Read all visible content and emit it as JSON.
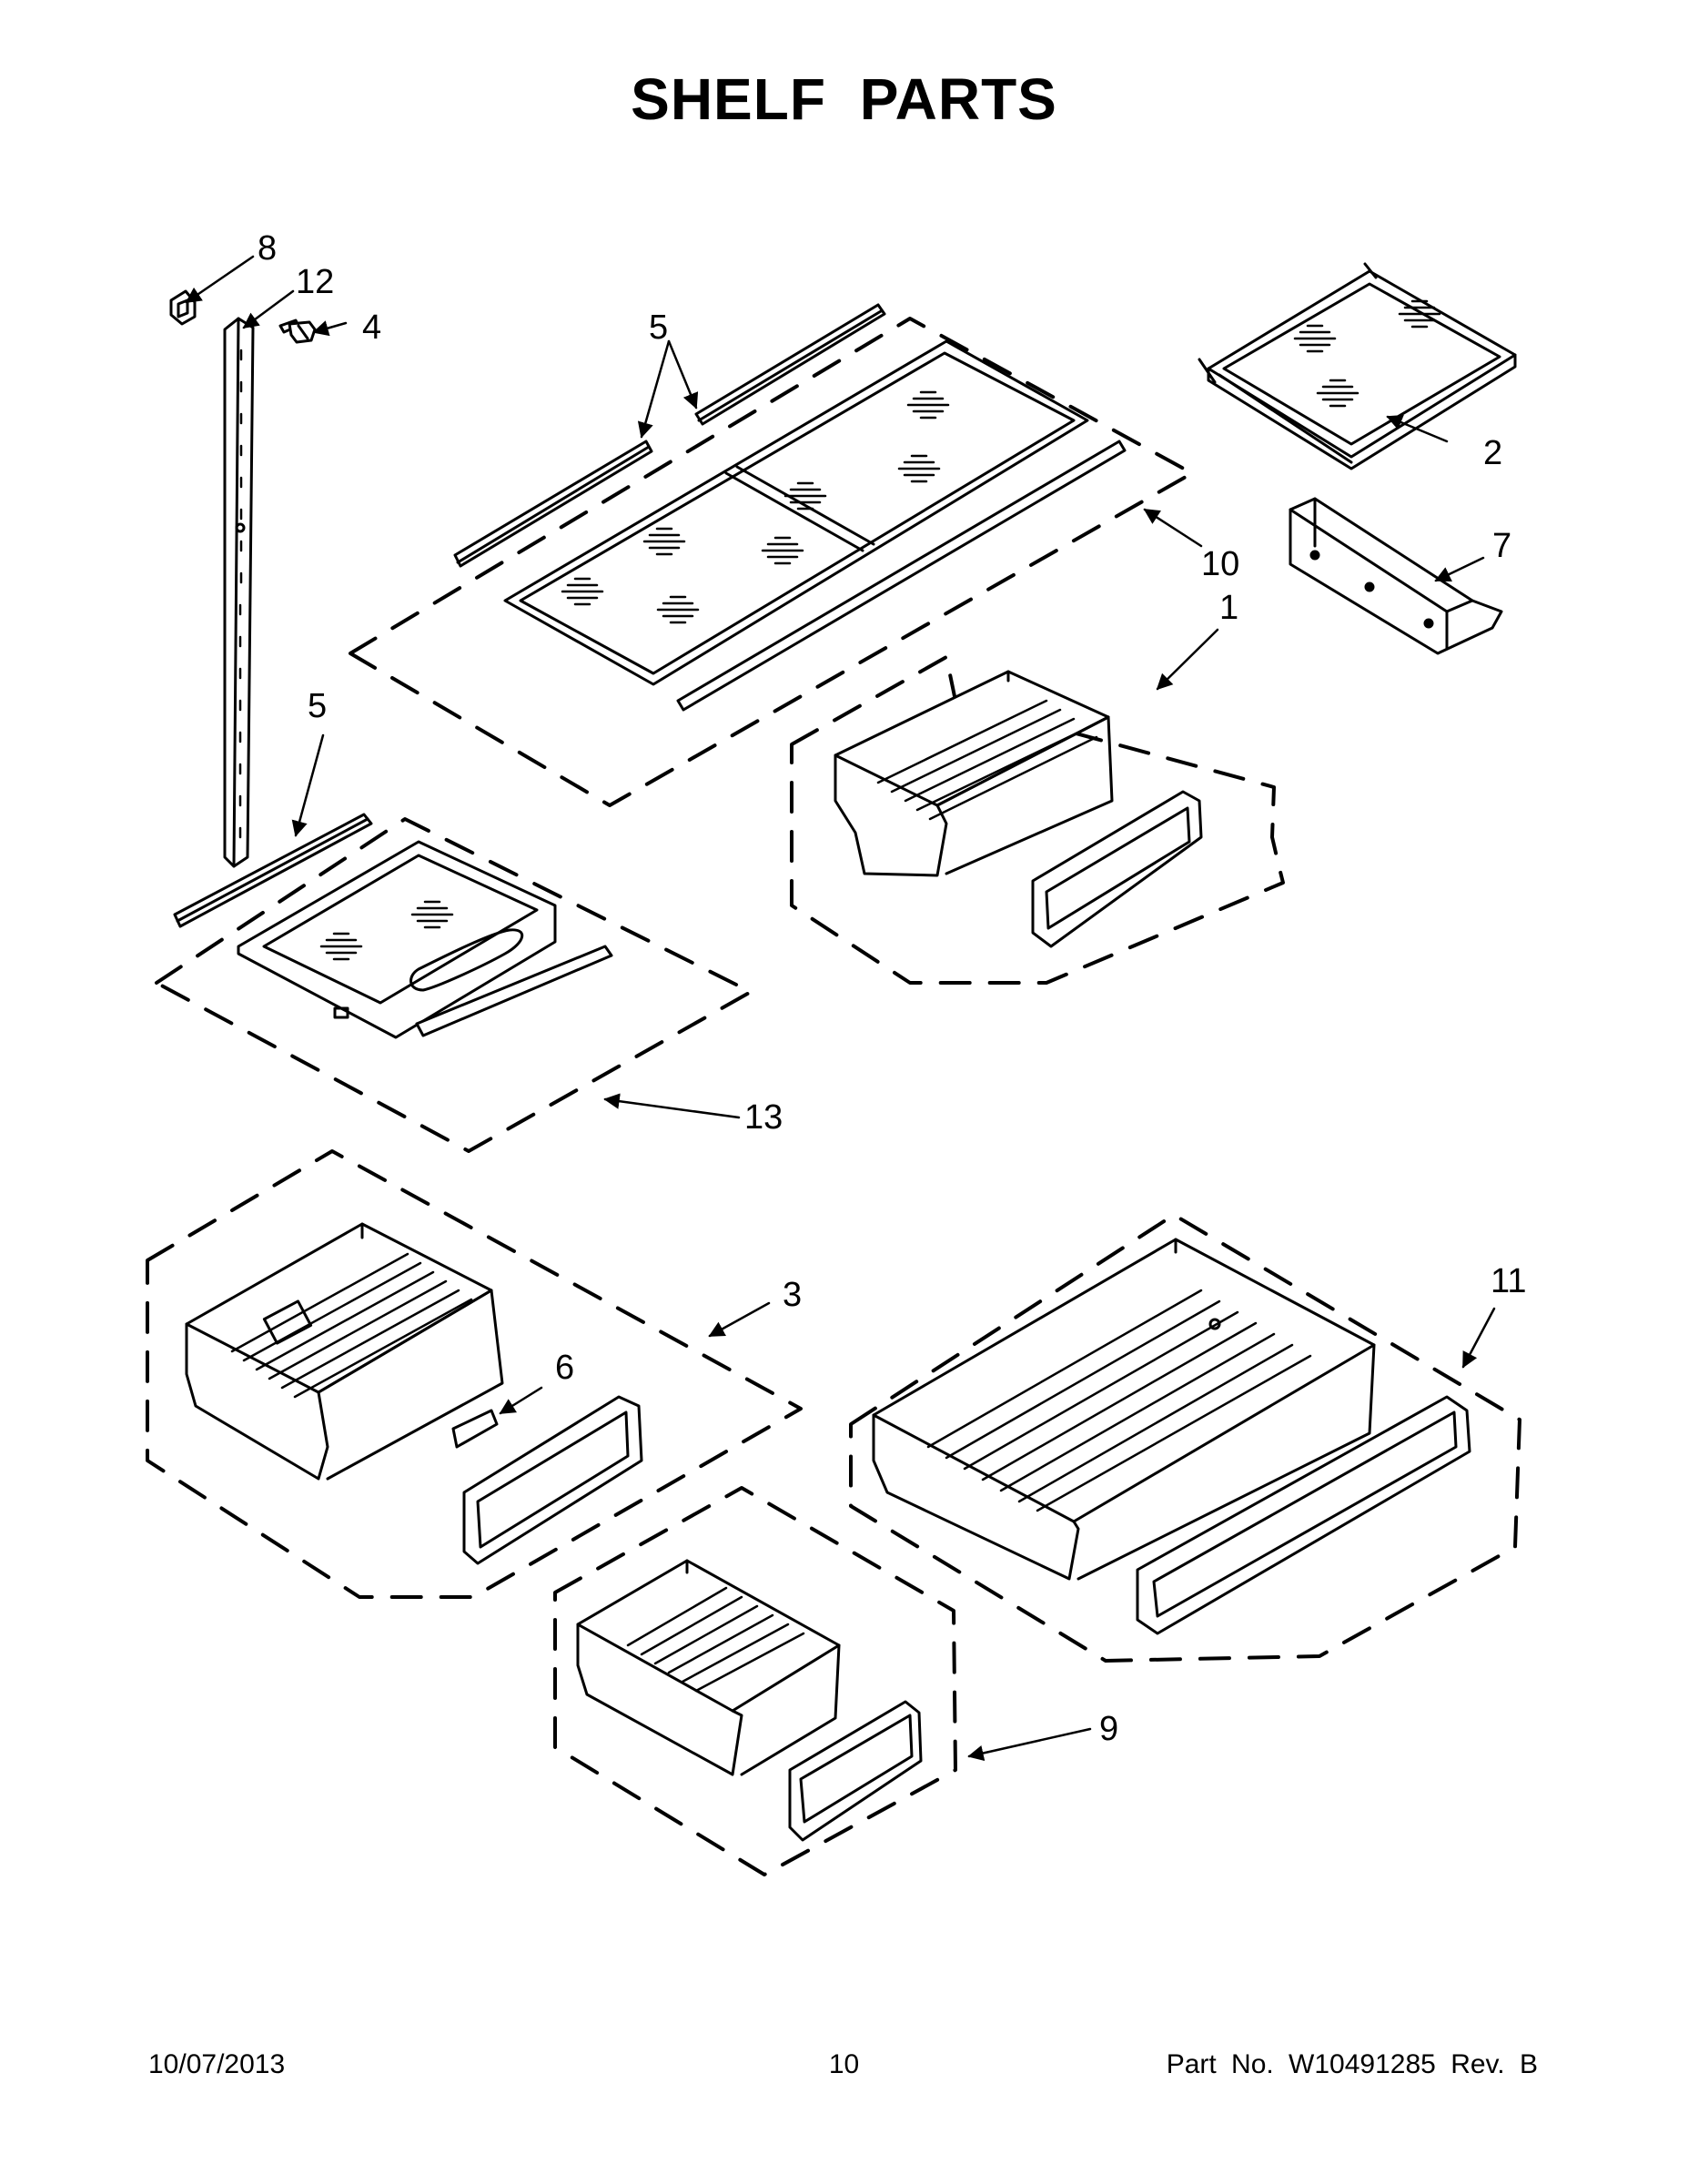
{
  "title": "SHELF PARTS",
  "callouts": {
    "c8": "8",
    "c12": "12",
    "c4": "4",
    "c5a": "5",
    "c5b": "5",
    "c2": "2",
    "c7": "7",
    "c10": "10",
    "c1": "1",
    "c13": "13",
    "c3": "3",
    "c6": "6",
    "c11": "11",
    "c9": "9"
  },
  "footer": {
    "date": "10/07/2013",
    "page": "10",
    "part": "Part No.  W10491285  Rev.  B"
  }
}
